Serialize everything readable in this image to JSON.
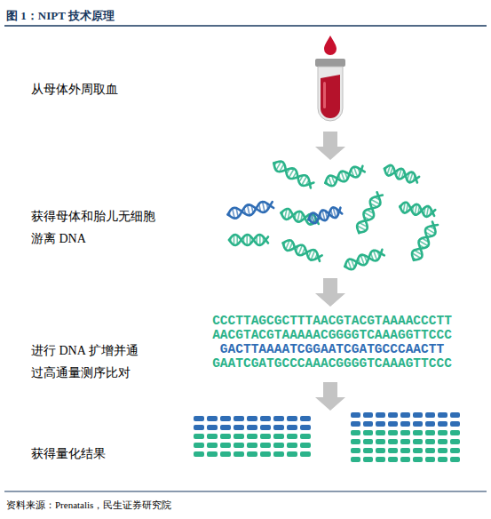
{
  "diagram": {
    "title": "图 1：NIPT 技术原理",
    "caption": "资料来源：Prenatalis，民生证券研究院",
    "labels": [
      "从母体外周取血",
      "获得母体和胎儿无细胞游离 DNA",
      "进行 DNA 扩增并通过高通量测序比对",
      "CCCTTAGCGCTTTAACGTACGTAAAACCCTT",
      "AACGTACGTAAAAACGGGGTCAAAGGTTCCC",
      "GACTTAAAATCGGAATCGATGCCCAACTT",
      "GAATCGATGCCCAAACGGGGTCAAAGTTCCC",
      "获得量化结果"
    ]
  }
}
